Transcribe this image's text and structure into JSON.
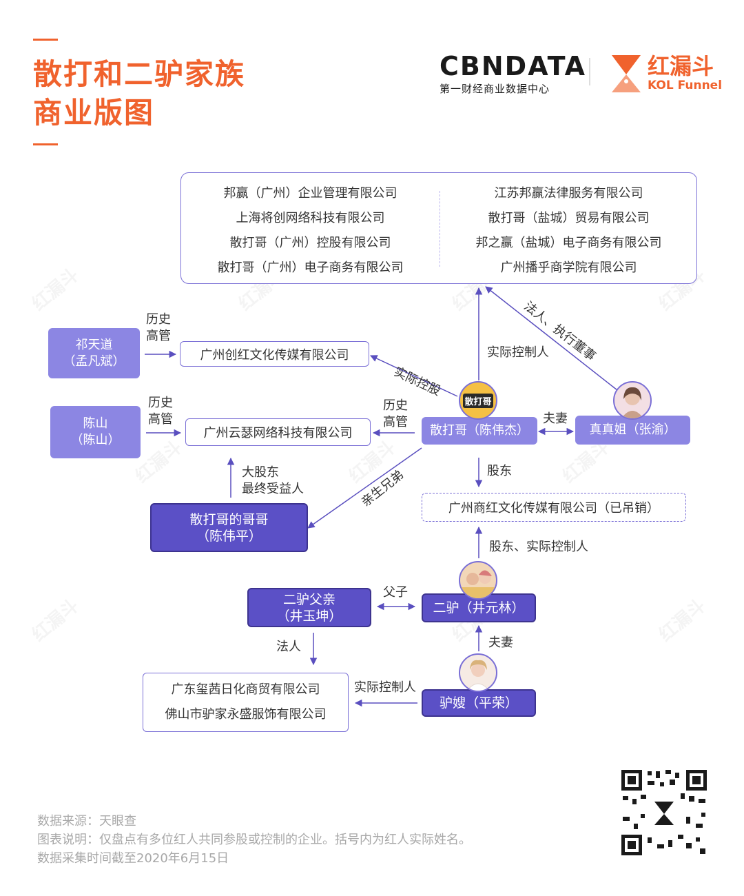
{
  "header": {
    "title_line1": "散打和二驴家族",
    "title_line2": "商业版图",
    "cbn_logo": "CBNDATA",
    "cbn_sub": "第一财经商业数据中心",
    "hld_logo": "红漏斗",
    "hld_sub": "KOL Funnel"
  },
  "top_group": {
    "left": [
      "邦赢（广州）企业管理有限公司",
      "上海将创网络科技有限公司",
      "散打哥（广州）控股有限公司",
      "散打哥（广州）电子商务有限公司"
    ],
    "right": [
      "江苏邦赢法律服务有限公司",
      "散打哥（盐城）贸易有限公司",
      "邦之赢（盐城）电子商务有限公司",
      "广州播乎商学院有限公司"
    ]
  },
  "nodes": {
    "qi_l1": "祁天道",
    "qi_l2": "（孟凡斌）",
    "chenshan_l1": "陈山",
    "chenshan_l2": "（陈山）",
    "chuanghong": "广州创红文化传媒有限公司",
    "yunse": "广州云瑟网络科技有限公司",
    "sanda": "散打哥（陈伟杰）",
    "zhenzhen": "真真姐（张渝）",
    "brother_l1": "散打哥的哥哥",
    "brother_l2": "（陈伟平）",
    "shanghong": "广州商红文化传媒有限公司（已吊销）",
    "erlv": "二驴（井元林）",
    "father_l1": "二驴父亲",
    "father_l2": "（井玉坤）",
    "lvsao": "驴嫂（平荣）",
    "bottom_cos": [
      "广东玺茜日化商贸有限公司",
      "佛山市驴家永盛服饰有限公司"
    ],
    "sanda_badge": "散打哥"
  },
  "labels": {
    "hist_1a": "历史",
    "hist_1b": "高管",
    "hist_2a": "历史",
    "hist_2b": "高管",
    "hist_3a": "历史",
    "hist_3b": "高管",
    "actual_hold": "实际控股",
    "actual_ctrl_top": "实际控制人",
    "legal_exec": "法人、执行董事",
    "spouse_1": "夫妻",
    "shareholder": "股东",
    "big_sh_1": "大股东",
    "big_sh_2": "最终受益人",
    "sibling": "亲生兄弟",
    "sh_ctrl": "股东、实际控制人",
    "father_son": "父子",
    "legal_person": "法人",
    "spouse_2": "夫妻",
    "actual_ctrl_bottom": "实际控制人"
  },
  "footer": {
    "source": "数据来源：天眼查",
    "note": "图表说明：仅盘点有多位红人共同参股或控制的企业。括号内为红人实际姓名。",
    "date": "数据采集时间截至2020年6月15日"
  },
  "colors": {
    "accent": "#f0622d",
    "purple_light": "#8c86e3",
    "purple_dark": "#5b50c6",
    "line": "#5a4fbf"
  }
}
